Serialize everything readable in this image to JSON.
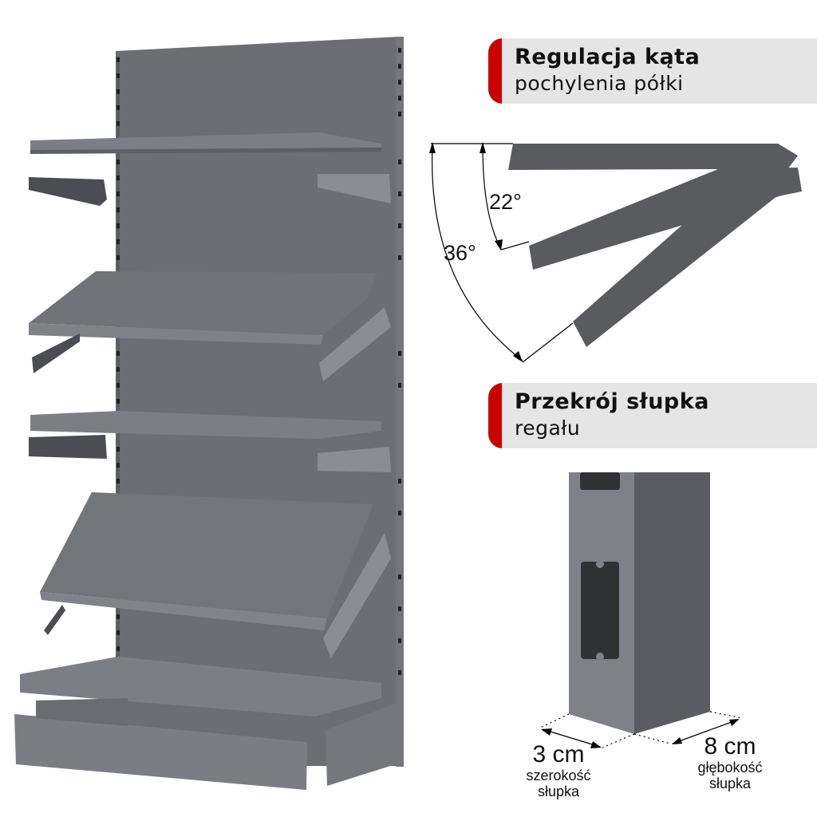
{
  "sections": {
    "angle": {
      "title": "Regulacja kąta",
      "subtitle": "pochylenia półki",
      "angles": [
        "22°",
        "36°"
      ]
    },
    "post": {
      "title": "Przekrój słupka",
      "subtitle": "regału",
      "width": {
        "value": "3 cm",
        "caption_line1": "szerokość",
        "caption_line2": "słupka"
      },
      "depth": {
        "value": "8 cm",
        "caption_line1": "głębokość",
        "caption_line2": "słupka"
      }
    }
  },
  "colors": {
    "accent": "#cc0000",
    "label_bg": "#e5e5e5",
    "metal": "#6e7075",
    "metal_light": "#80838a",
    "metal_dark": "#55575c"
  }
}
